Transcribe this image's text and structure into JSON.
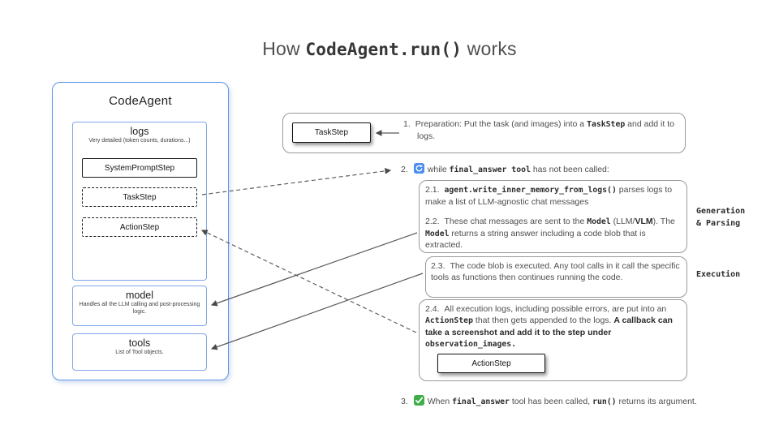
{
  "title": {
    "pre": "How ",
    "code": "CodeAgent.run()",
    "post": " works"
  },
  "agent": {
    "title": "CodeAgent",
    "logs": {
      "title": "logs",
      "subtitle": "Very detailed (token counts, durations...)",
      "steps": [
        {
          "label": "SystemPromptStep"
        },
        {
          "label": "TaskStep"
        },
        {
          "label": "ActionStep"
        }
      ]
    },
    "model": {
      "title": "model",
      "subtitle": "Handles all the LLM calling and post-processing logic."
    },
    "tools": {
      "title": "tools",
      "subtitle": "List of Tool objects."
    }
  },
  "notes": {
    "n1": {
      "num": "1.",
      "box_label": "TaskStep",
      "t1": "Preparation: Put the task (and images) into a ",
      "code1": "TaskStep",
      "t2": " and add it to logs."
    },
    "n2": {
      "num": "2.",
      "t1": "while ",
      "code1": "final_answer tool",
      "t2": " has not been called:"
    },
    "n21": {
      "num": "2.1.",
      "code1": "agent.write_inner_memory_from_logs()",
      "t1": " parses logs to make a list of LLM-agnostic chat messages"
    },
    "n22": {
      "num": "2.2.",
      "t1": "These chat messages are sent to the ",
      "code1": "Model",
      "t2": " (LLM/",
      "b1": "VLM",
      "t3": "). The ",
      "code2": "Model",
      "t4": " returns a string answer including a code blob that is extracted."
    },
    "n23": {
      "num": "2.3.",
      "t1": "The code blob is executed. Any tool calls in it call the specific tools as functions then continues running the code."
    },
    "n24": {
      "num": "2.4.",
      "t1": "All execution logs, including possible errors, are put into an ",
      "code1": "ActionStep",
      "t2": " that then gets appended to the logs. ",
      "b1": "A callback can  take a screenshot and add it to the step under ",
      "code2": "observation_images.",
      "box_label": "ActionStep"
    },
    "n3": {
      "num": "3.",
      "t1": "When ",
      "code1": "final_answer",
      "t2": " tool has been called, ",
      "code2": "run()",
      "t3": " returns its argument."
    }
  },
  "side_labels": {
    "generation_line1": "Generation",
    "generation_line2": "& Parsing",
    "execution": "Execution"
  },
  "icons": {
    "loop": "🔁",
    "check": "✅"
  },
  "colors": {
    "agent_border": "#5e93e8",
    "panel_border": "#7fa7e8",
    "note_border": "#9a9a9a",
    "loop_icon": "#4b8df0",
    "check_icon": "#3fae49",
    "arrow": "#5a5a5a"
  }
}
